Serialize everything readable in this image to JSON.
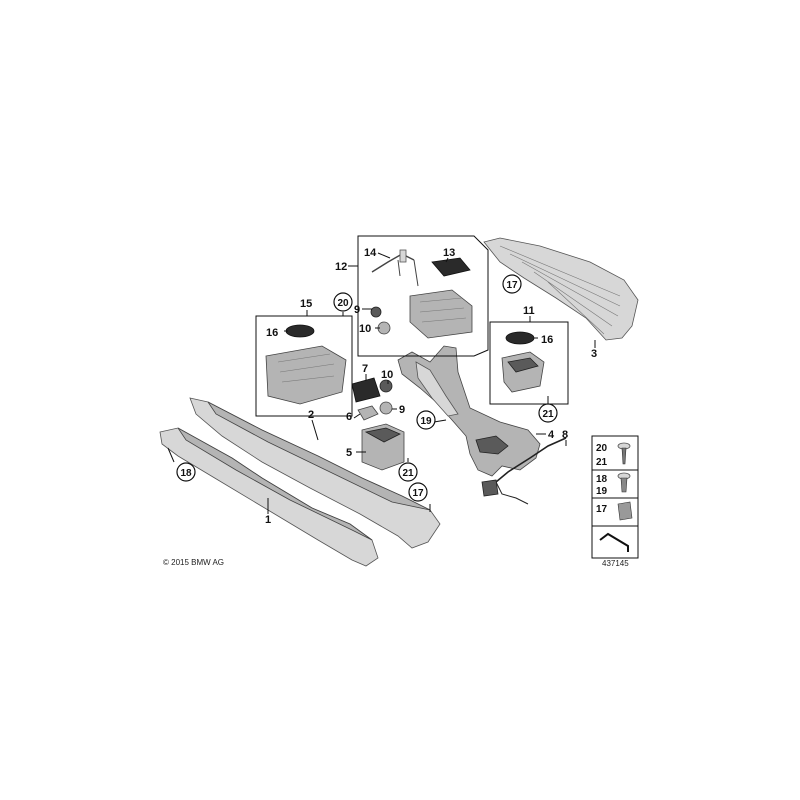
{
  "diagram": {
    "copyright": "© 2015 BMW AG",
    "diagram_id": "437145",
    "callouts": {
      "1": "1",
      "2": "2",
      "3": "3",
      "4": "4",
      "5": "5",
      "6": "6",
      "7": "7",
      "8": "8",
      "9a": "9",
      "9b": "9",
      "10a": "10",
      "10b": "10",
      "11": "11",
      "12": "12",
      "13": "13",
      "14": "14",
      "15": "15",
      "16a": "16",
      "16b": "16"
    },
    "circled_callouts": {
      "17a": "17",
      "17b": "17",
      "18": "18",
      "19": "19",
      "20": "20",
      "21a": "21",
      "21b": "21"
    },
    "legend": {
      "row1_top": "20",
      "row1_bottom": "21",
      "row2_top": "18",
      "row2_bottom": "19",
      "row3": "17"
    }
  }
}
